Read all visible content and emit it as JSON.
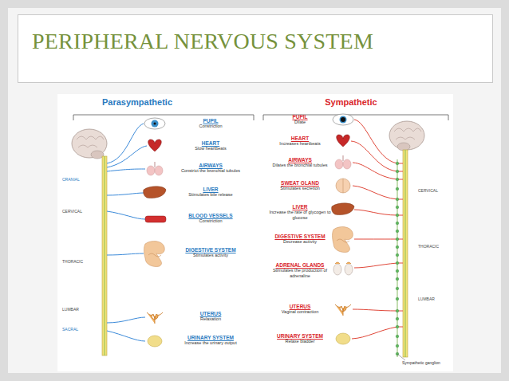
{
  "diagram": {
    "title": "PERIPHERAL NERVOUS SYSTEM",
    "nodes": [
      {
        "text": [
          "Parasympathetic"
        ]
      },
      {
        "text": [
          "PUPIL",
          "Constriction"
        ],
        "in": 0
      },
      {
        "text": [
          "HEART",
          "Slow heartbeats"
        ],
        "in": 0
      },
      {
        "text": [
          "AIRWAYS",
          "Constrict the bronchial tubules"
        ],
        "in": 0
      },
      {
        "text": [
          "LIVER",
          "Stimulates bile release"
        ],
        "in": 0
      },
      {
        "text": [
          "BLOOD VESSELS",
          "Constriction"
        ],
        "in": 0
      },
      {
        "text": [
          "DIGESTIVE SYSTEM",
          "Stimulates activity"
        ],
        "in": 0
      },
      {
        "text": [
          "UTERUS",
          "Relaxation"
        ],
        "in": 0
      },
      {
        "text": [
          "URINARY SYSTEM",
          "Increase the urinary output"
        ],
        "in": 0
      },
      {
        "text": [
          "Sympathetic"
        ]
      },
      {
        "text": [
          "PUPIL",
          "Dilate"
        ],
        "in": 9
      },
      {
        "text": [
          "HEART",
          "Increases heartbeats"
        ],
        "in": 9
      },
      {
        "text": [
          "AIRWAYS",
          "Dilates the bronchial tubules"
        ],
        "in": 9
      },
      {
        "text": [
          "SWEAT GLAND",
          "Stimulates secretion"
        ],
        "in": 9
      },
      {
        "text": [
          "LIVER",
          "Increase the rate of glycogen to glucose"
        ],
        "in": 9
      },
      {
        "text": [
          "DIGESTIVE SYSTEM",
          "Decrease activity"
        ],
        "in": 9
      },
      {
        "text": [
          "ADRENAL GLANDS",
          "Stimulates the production of adrenaline"
        ],
        "in": 9
      },
      {
        "text": [
          "UTERUS",
          "Vaginal contraction"
        ],
        "in": 9
      },
      {
        "text": [
          "URINARY SYSTEM",
          "Relaxe bladder"
        ],
        "in": 9
      }
    ],
    "labels": [
      "CRANIAL",
      "CERVICAL",
      "THORACIC",
      "LUMBAR",
      "SACRAL",
      "CERVICAL",
      "THORACIC",
      "LUMBAR",
      "Sympathetic ganglion"
    ]
  }
}
